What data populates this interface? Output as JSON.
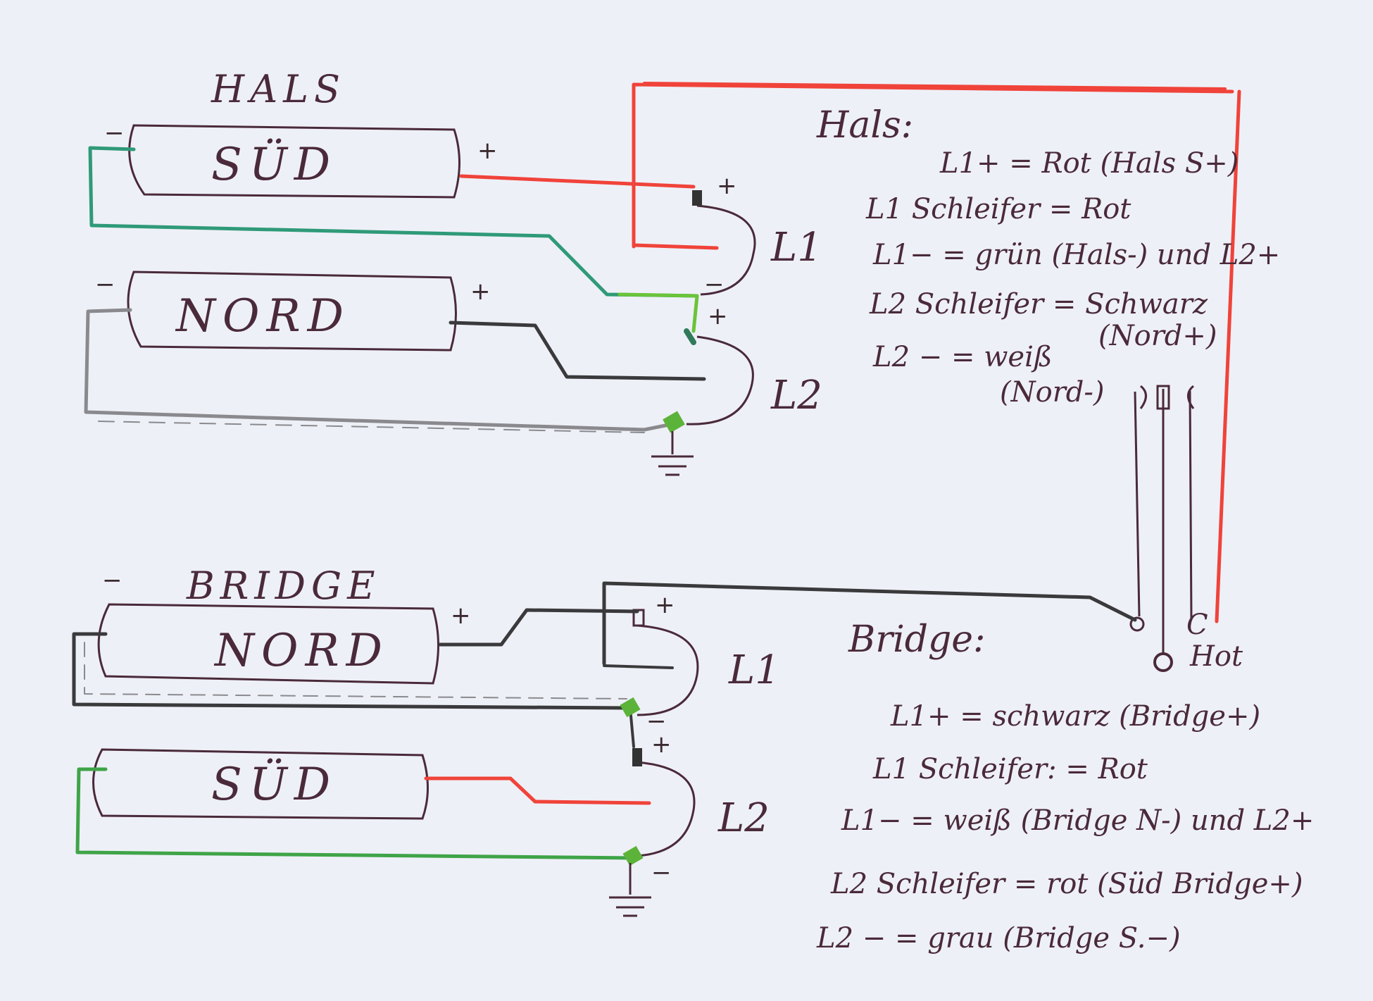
{
  "pickups": {
    "neck_header": "HALS",
    "neck_south": "SÜD",
    "neck_north": "NORD",
    "bridge_header": "BRIDGE",
    "bridge_north": "NORD",
    "bridge_south": "SÜD"
  },
  "signs": {
    "plus": "+",
    "minus": "−"
  },
  "pots": {
    "l1": "L1",
    "l2": "L2"
  },
  "switch": {
    "c_label": "C",
    "hot_label": "Hot"
  },
  "notes_neck": {
    "title": "Hals:",
    "lines": [
      "L1+ = Rot (Hals S+)",
      "L1 Schleifer = Rot",
      "L1− = grün (Hals-) und L2+",
      "L2 Schleifer = Schwarz",
      "(Nord+)",
      "L2 − = weiß",
      "(Nord-)"
    ]
  },
  "notes_bridge": {
    "title": "Bridge:",
    "lines": [
      "L1+ = schwarz (Bridge+)",
      "L1 Schleifer: = Rot",
      "L1− = weiß (Bridge N-) und L2+",
      "L2 Schleifer = rot (Süd Bridge+)",
      "L2 − = grau (Bridge S.−)"
    ]
  },
  "colors": {
    "ink": "#4a2a3a",
    "red": "#f0433a",
    "green_teal": "#2f9a78",
    "green_light": "#6ac43a",
    "green": "#3fa448",
    "black": "#3a3a3c",
    "gray": "#8a8a8e"
  }
}
